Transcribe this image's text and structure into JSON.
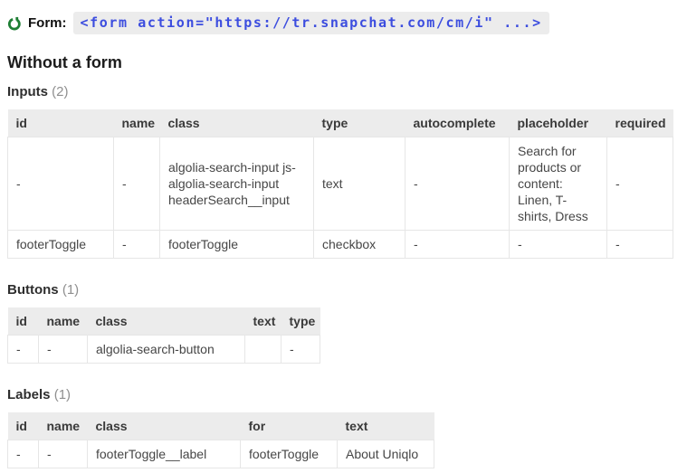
{
  "form_line": {
    "icon": "refresh-icon",
    "label": "Form:",
    "code": "<form action=\"https://tr.snapchat.com/cm/i\" ...>"
  },
  "page": {
    "heading": "Without a form"
  },
  "colors": {
    "icon_green": "#1e7e34",
    "code_blue": "#3c4ddf",
    "code_bg": "#ececec",
    "table_header_bg": "#ececec",
    "table_border": "#e6e6e6"
  },
  "sections": {
    "inputs": {
      "title": "Inputs",
      "count": "(2)",
      "columns": [
        "id",
        "name",
        "class",
        "type",
        "autocomplete",
        "placeholder",
        "required"
      ],
      "rows": [
        [
          "-",
          "-",
          "algolia-search-input js-algolia-search-input headerSearch__input",
          "text",
          "-",
          "Search for products or content: Linen, T-shirts, Dress",
          "-"
        ],
        [
          "footerToggle",
          "-",
          "footerToggle",
          "checkbox",
          "-",
          "-",
          "-"
        ]
      ]
    },
    "buttons": {
      "title": "Buttons",
      "count": "(1)",
      "columns": [
        "id",
        "name",
        "class",
        "text",
        "type"
      ],
      "rows": [
        [
          "-",
          "-",
          "algolia-search-button",
          "",
          "-"
        ]
      ]
    },
    "labels": {
      "title": "Labels",
      "count": "(1)",
      "columns": [
        "id",
        "name",
        "class",
        "for",
        "text"
      ],
      "rows": [
        [
          "-",
          "-",
          "footerToggle__label",
          "footerToggle",
          "About Uniqlo"
        ]
      ]
    }
  }
}
